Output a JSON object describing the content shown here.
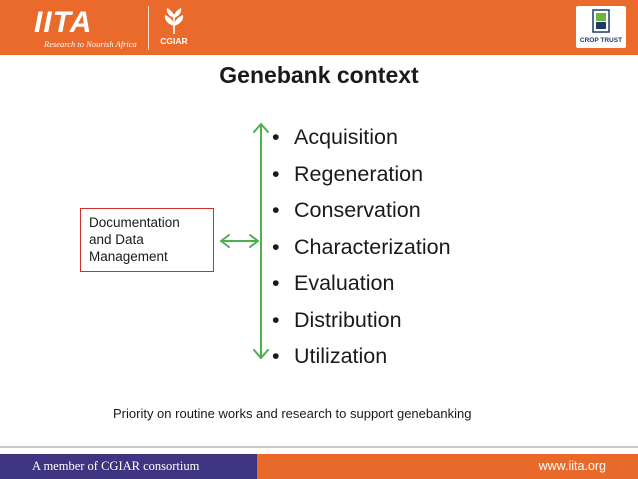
{
  "header": {
    "iita_logo_text": "IITA",
    "iita_tagline": "Research to Nourish Africa",
    "cgiar_logo_text": "CGIAR",
    "croptrust_logo_text": "CROP TRUST",
    "background_color": "#ea6a2c"
  },
  "slide": {
    "title": "Genebank context",
    "bullet_char": "•",
    "bullets": [
      "Acquisition",
      "Regeneration",
      "Conservation",
      "Characterization",
      "Evaluation",
      "Distribution",
      "Utilization"
    ],
    "box_text": "Documentation\nand Data\nManagement",
    "footnote": "Priority on routine works and research to support genebanking",
    "arrow_color": "#4caf50",
    "box_border_color": "#d32f2f"
  },
  "footer": {
    "left_text": "A member of CGIAR consortium",
    "right_text": "www.iita.org",
    "left_color": "#3f3480",
    "right_color": "#e9692b"
  }
}
